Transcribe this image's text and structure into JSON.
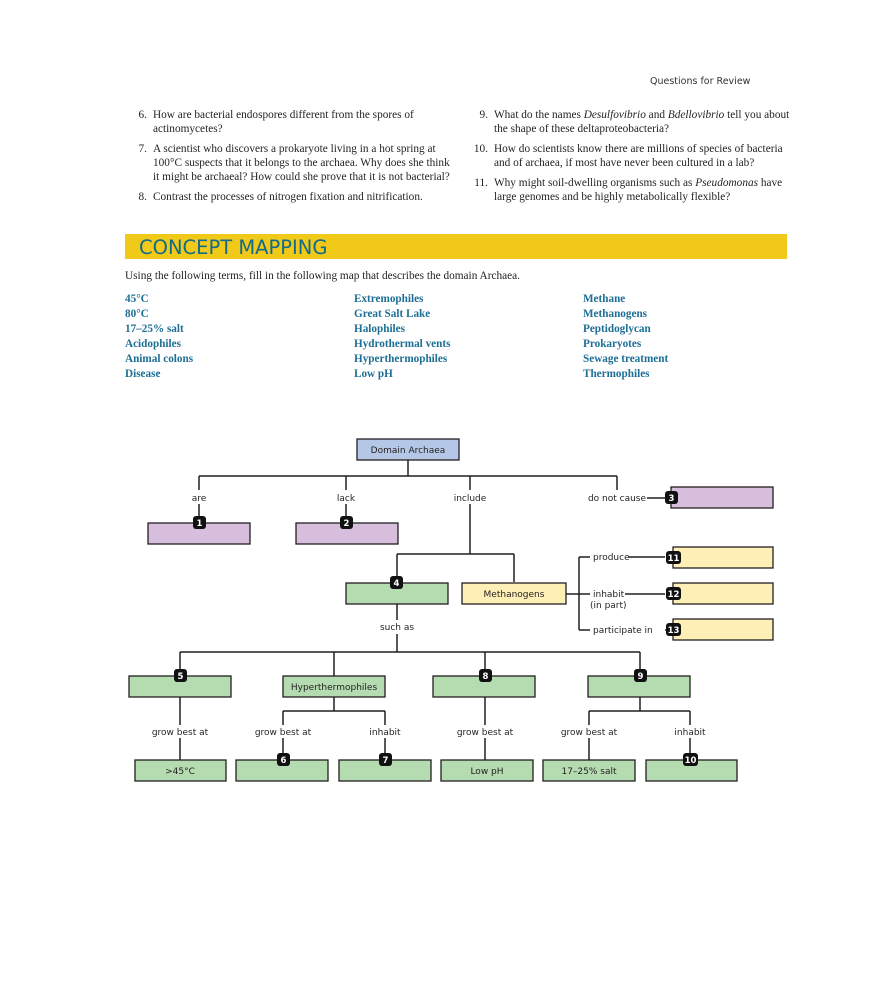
{
  "running_head": "Questions for Review",
  "questions": {
    "left": [
      {
        "num": "6.",
        "text": "How are bacterial endospores different from the spores of actinomycetes?"
      },
      {
        "num": "7.",
        "text": "A scientist who discovers a prokaryote living in a hot spring at 100°C suspects that it belongs to the archaea. Why does she think it might be archaeal? How could she prove that it is not bacterial?"
      },
      {
        "num": "8.",
        "text": "Contrast the processes of nitrogen fixation and nitrification."
      }
    ],
    "right": [
      {
        "num": "9.",
        "text_parts": [
          "What do the names ",
          "Desulfovibrio",
          " and ",
          "Bdellovibrio",
          " tell you about the shape of these deltaproteobacteria?"
        ]
      },
      {
        "num": "10.",
        "text": "How do scientists know there are millions of species of bacteria and of archaea, if most have never been cultured in a lab?"
      },
      {
        "num": "11.",
        "text_parts": [
          "Why might soil-dwelling organisms such as ",
          "Pseudomonas",
          " have large genomes and be highly metabolically flexible?"
        ]
      }
    ]
  },
  "section": {
    "title": "CONCEPT MAPPING",
    "intro": "Using the following terms, fill in the following map that describes the domain Archaea.",
    "colors": {
      "banner": "#f0c919",
      "title": "#136b8a",
      "terms": "#1d6f95"
    }
  },
  "terms": {
    "col1": [
      "45°C",
      "80°C",
      "17–25% salt",
      "Acidophiles",
      "Animal colons",
      "Disease"
    ],
    "col2": [
      "Extremophiles",
      "Great Salt Lake",
      "Halophiles",
      "Hydrothermal vents",
      "Hyperthermophiles",
      "Low pH"
    ],
    "col3": [
      "Methane",
      "Methanogens",
      "Peptidoglycan",
      "Prokaryotes",
      "Sewage treatment",
      "Thermophiles"
    ]
  },
  "map": {
    "colors": {
      "root": "#b4c7e7",
      "purple": "#d7bedd",
      "green": "#b5dbb0",
      "yellow": "#fdefb5",
      "line": "#231f20",
      "badge": "#111111"
    },
    "root": "Domain Archaea",
    "links": {
      "are": "are",
      "lack": "lack",
      "include": "include",
      "do_not_cause": "do not cause",
      "such_as": "such as",
      "produce": "produce",
      "inhabit_in_part_1": "inhabit",
      "inhabit_in_part_2": "(in part)",
      "participate_in": "participate in",
      "grow_best_at": "grow best at",
      "inhabit": "inhabit"
    },
    "nodes": {
      "methanogens": "Methanogens",
      "hyperthermophiles": "Hyperthermophiles",
      "gt45": ">45°C",
      "low_ph": "Low pH",
      "salt": "17–25% salt"
    },
    "badges": [
      "1",
      "2",
      "3",
      "4",
      "5",
      "6",
      "7",
      "8",
      "9",
      "10",
      "11",
      "12",
      "13"
    ]
  }
}
